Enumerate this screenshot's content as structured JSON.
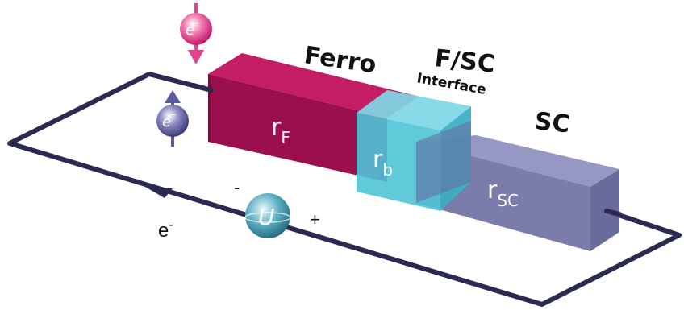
{
  "labels": {
    "ferro": "Ferro",
    "fsc": "F/SC",
    "interface": "Interface",
    "sc": "SC",
    "r_main": "r",
    "r_f_sub": "F",
    "r_b_sub": "b",
    "r_sc_sub": "SC",
    "electron": "e",
    "electron_sup": "-",
    "source": "U",
    "minus": "-",
    "plus": "+"
  },
  "colors": {
    "ferro_front": "#9c0f4e",
    "ferro_top": "#c21d65",
    "interface": "#4fc3d6",
    "sc_body": "#6a6a9a",
    "wire": "#2a2a52",
    "spin_up": "#5a5a9e",
    "spin_down": "#e0428e",
    "source": "#3a8ea3"
  }
}
